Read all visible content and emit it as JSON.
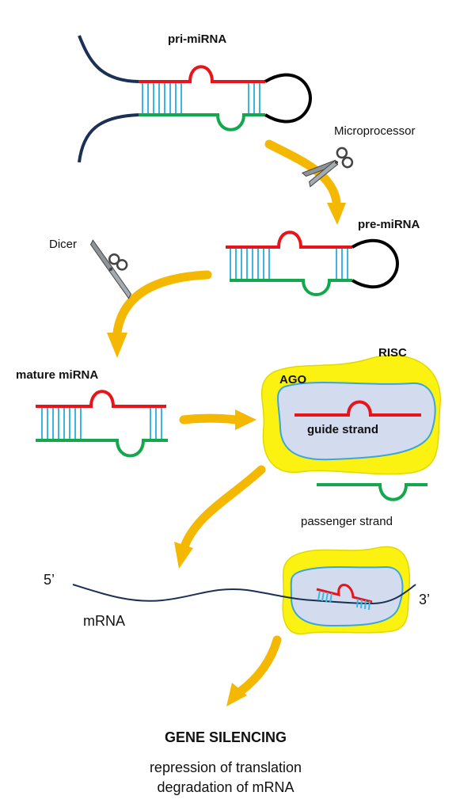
{
  "labels": {
    "pri_mirna": "pri-miRNA",
    "microprocessor": "Microprocessor",
    "pre_mirna": "pre-miRNA",
    "dicer": "Dicer",
    "mature_mirna": "mature miRNA",
    "risc": "RISC",
    "ago": "AGO",
    "guide_strand": "guide strand",
    "passenger_strand": "passenger strand",
    "five_prime": "5’",
    "three_prime": "3’",
    "mrna": "mRNA",
    "gene_silencing": "GENE SILENCING",
    "outcome_1": "repression of translation",
    "outcome_2": "degradation of mRNA"
  },
  "colors": {
    "arrow": "#f5b800",
    "guide": "#e8141b",
    "passenger": "#12a84b",
    "pairing": "#3cb6e0",
    "loop": "#000000",
    "flank": "#1c2f55",
    "risc_fill": "#fbf212",
    "ago_fill": "#d2dcee",
    "ago_border": "#3aa6dc"
  }
}
